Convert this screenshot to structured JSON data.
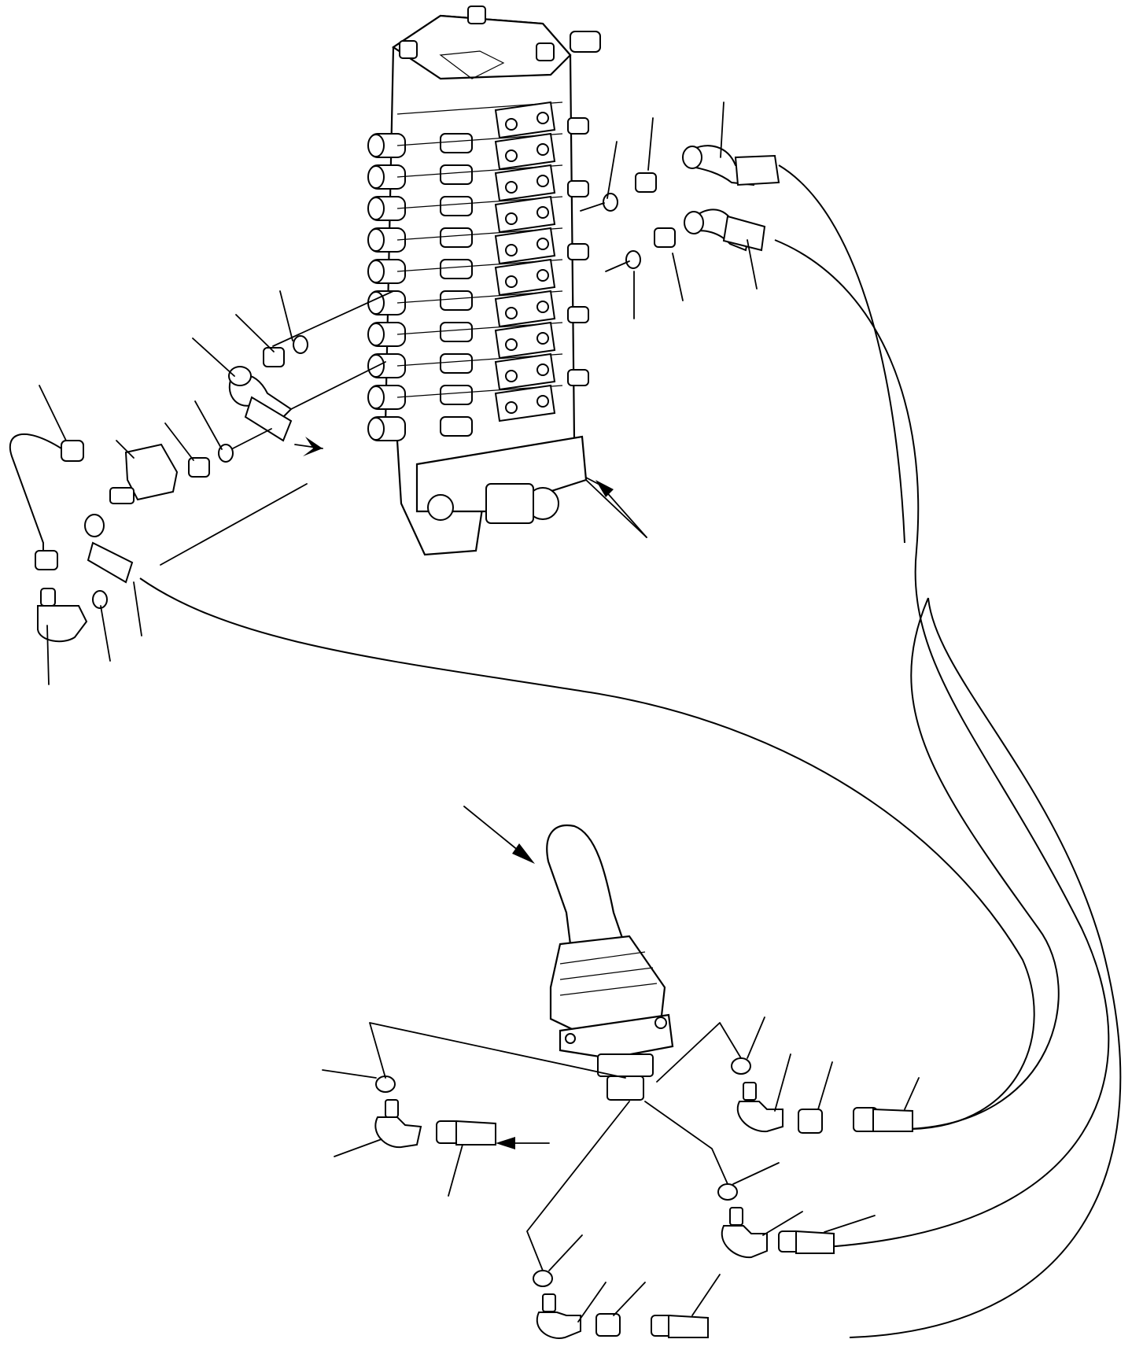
{
  "figure": {
    "components": [
      {
        "id": "control-valve",
        "icon": "control-valve-assembly"
      },
      {
        "id": "ppc-valve-lever",
        "icon": "joystick-lever"
      },
      {
        "id": "hose",
        "icon": "hydraulic-hose"
      },
      {
        "id": "elbow",
        "icon": "elbow-fitting"
      },
      {
        "id": "o-ring",
        "icon": "o-ring"
      },
      {
        "id": "adapter",
        "icon": "adapter-fitting"
      },
      {
        "id": "tee",
        "icon": "tee-fitting"
      },
      {
        "id": "tube",
        "icon": "bent-tube"
      }
    ],
    "colors": {
      "line": "#000000",
      "background": "#ffffff"
    }
  }
}
